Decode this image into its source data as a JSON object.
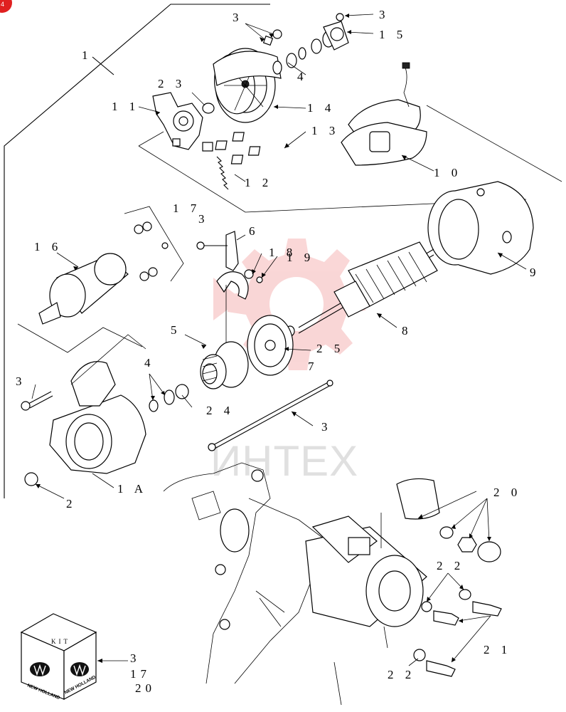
{
  "watermark": {
    "text": "ИНТЕХ"
  },
  "badge": {
    "text": "4"
  },
  "kit": {
    "label": "KIT",
    "brand_left": "NEW HOLLAND",
    "brand_right": "NEW HOLLAND"
  },
  "kit_contents": [
    "3",
    "17",
    "20"
  ],
  "callouts": {
    "c1": "1",
    "c1A": "1 A",
    "c2": "2",
    "c3_top": "3",
    "c3_top_right": "3",
    "c3_left": "3",
    "c3_mid": "3",
    "c3_rod": "3",
    "c4_top": "4",
    "c4_mid": "4",
    "c5": "5",
    "c6": "6",
    "c7": "7",
    "c8": "8",
    "c9": "9",
    "c10": "1 0",
    "c11": "1 1",
    "c12": "1 2",
    "c13": "1 3",
    "c14": "1 4",
    "c15": "1 5",
    "c16": "1 6",
    "c17": "1 7",
    "c18": "1 8",
    "c19": "1 9",
    "c20": "2 0",
    "c21": "2 1",
    "c22_top": "2 2",
    "c22_bottom": "2 2",
    "c23": "2 3",
    "c24": "2 4",
    "c25": "2 5"
  },
  "colors": {
    "watermark": "#e84a4a",
    "watermark_text": "#c8c8c8",
    "ink": "#000000",
    "badge": "#e02020"
  }
}
